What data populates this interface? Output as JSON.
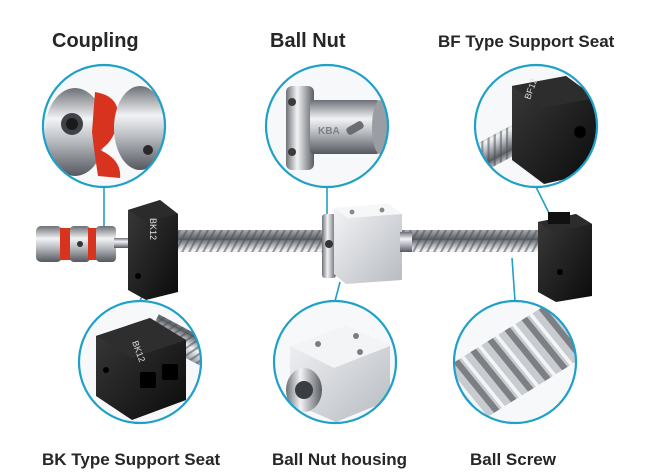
{
  "labels": {
    "coupling": "Coupling",
    "ball_nut": "Ball Nut",
    "bf_support": "BF Type Support Seat",
    "bk_support": "BK Type Support Seat",
    "ball_nut_housing": "Ball Nut housing",
    "ball_screw": "Ball Screw"
  },
  "engravings": {
    "nut_brand": "KBA",
    "bk_model": "BK12",
    "bf_model": "BF12"
  },
  "colors": {
    "callout_ring": "#1ea0c8",
    "coupling_jaw": "#d8331f",
    "block_black": "#151515",
    "steel": "#c9ccd0",
    "housing_silver": "#dfe1e4",
    "label_text": "#262626"
  }
}
